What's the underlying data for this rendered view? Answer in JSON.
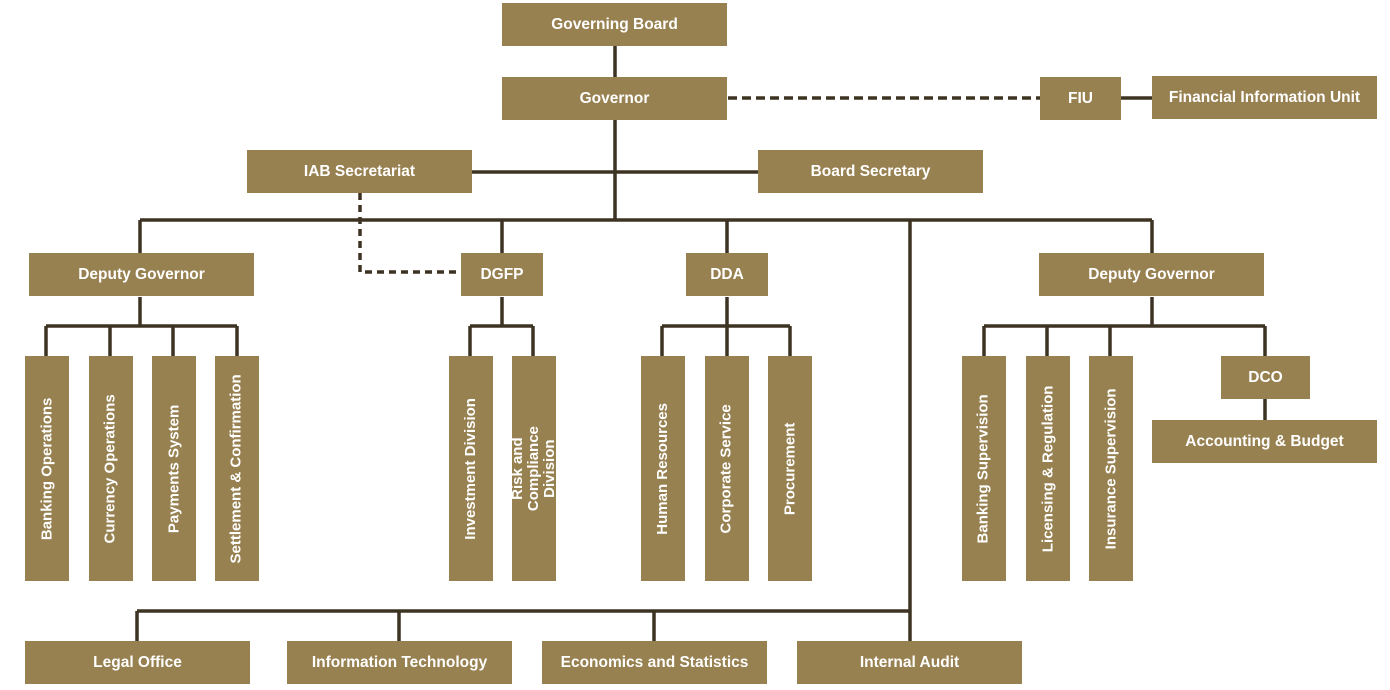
{
  "org_chart": {
    "top": {
      "governing_board": "Governing Board",
      "governor": "Governor",
      "fiu": "FIU",
      "financial_information_unit": "Financial Information Unit",
      "iab_secretariat": "IAB Secretariat",
      "board_secretary": "Board Secretary"
    },
    "left_branch": {
      "title": "Deputy Governor",
      "units": [
        "Banking Operations",
        "Currency Operations",
        "Payments System",
        "Settlement & Confirmation"
      ]
    },
    "dgfp_branch": {
      "title": "DGFP",
      "units": [
        "Investment Division",
        "Risk and Compliance Division"
      ]
    },
    "dda_branch": {
      "title": "DDA",
      "units": [
        "Human Resources",
        "Corporate Service",
        "Procurement"
      ]
    },
    "right_branch": {
      "title": "Deputy Governor",
      "units": [
        "Banking Supervision",
        "Licensing & Regulation",
        "Insurance Supervision"
      ],
      "dco": "DCO",
      "accounting_budget": "Accounting & Budget"
    },
    "bottom_units": [
      "Legal Office",
      "Information Technology",
      "Economics and Statistics",
      "Internal Audit"
    ]
  },
  "colors": {
    "box_fill": "#988150",
    "box_text": "#ffffff",
    "connector": "#3d3322"
  }
}
